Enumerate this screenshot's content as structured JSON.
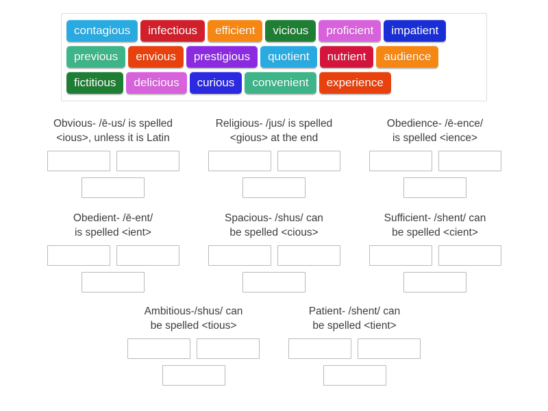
{
  "word_bank": {
    "name": "word-bank",
    "tiles": [
      {
        "label": "contagious",
        "color": "#29abe2"
      },
      {
        "label": "infectious",
        "color": "#d11f2b"
      },
      {
        "label": "efficient",
        "color": "#f68712"
      },
      {
        "label": "vicious",
        "color": "#1e7e34"
      },
      {
        "label": "proficient",
        "color": "#d862dc"
      },
      {
        "label": "impatient",
        "color": "#1a2ed6"
      },
      {
        "label": "previous",
        "color": "#3eb489"
      },
      {
        "label": "envious",
        "color": "#e8410e"
      },
      {
        "label": "prestigious",
        "color": "#8b2ae0"
      },
      {
        "label": "quotient",
        "color": "#29abe2"
      },
      {
        "label": "nutrient",
        "color": "#d4143c"
      },
      {
        "label": "audience",
        "color": "#f68712"
      },
      {
        "label": "fictitious",
        "color": "#1e7e34"
      },
      {
        "label": "delicious",
        "color": "#d862dc"
      },
      {
        "label": "curious",
        "color": "#2b2ae0"
      },
      {
        "label": "convenient",
        "color": "#3eb489"
      },
      {
        "label": "experience",
        "color": "#e8410e"
      }
    ]
  },
  "groups": [
    {
      "id": "obvious",
      "title": "Obvious- /ē-us/ is spelled\n<ious>, unless it is Latin",
      "slot_count": 3
    },
    {
      "id": "religious",
      "title": "Religious- /jus/ is spelled\n<gious> at the end",
      "slot_count": 3
    },
    {
      "id": "obedience",
      "title": "Obedience- /ē-ence/\nis spelled <ience>",
      "slot_count": 3
    },
    {
      "id": "obedient",
      "title": "Obedient- /ē-ent/\nis spelled <ient>",
      "slot_count": 3
    },
    {
      "id": "spacious",
      "title": "Spacious- /shus/ can\nbe spelled <cious>",
      "slot_count": 3
    },
    {
      "id": "sufficient",
      "title": "Sufficient- /shent/ can\nbe spelled <cient>",
      "slot_count": 3
    },
    {
      "id": "ambitious",
      "title": "Ambitious-/shus/ can\nbe spelled <tious>",
      "slot_count": 3
    },
    {
      "id": "patient",
      "title": "Patient- /shent/ can\nbe spelled <tient>",
      "slot_count": 3
    }
  ],
  "layout": {
    "rows": [
      {
        "group_indexes": [
          0,
          1,
          2
        ]
      },
      {
        "group_indexes": [
          3,
          4,
          5
        ]
      },
      {
        "group_indexes": [
          6,
          7
        ]
      }
    ]
  },
  "colors": {
    "page_background": "#ffffff",
    "text": "#3c3c3c",
    "slot_border": "#b9b9b9",
    "bank_border": "#dcdcdc"
  }
}
